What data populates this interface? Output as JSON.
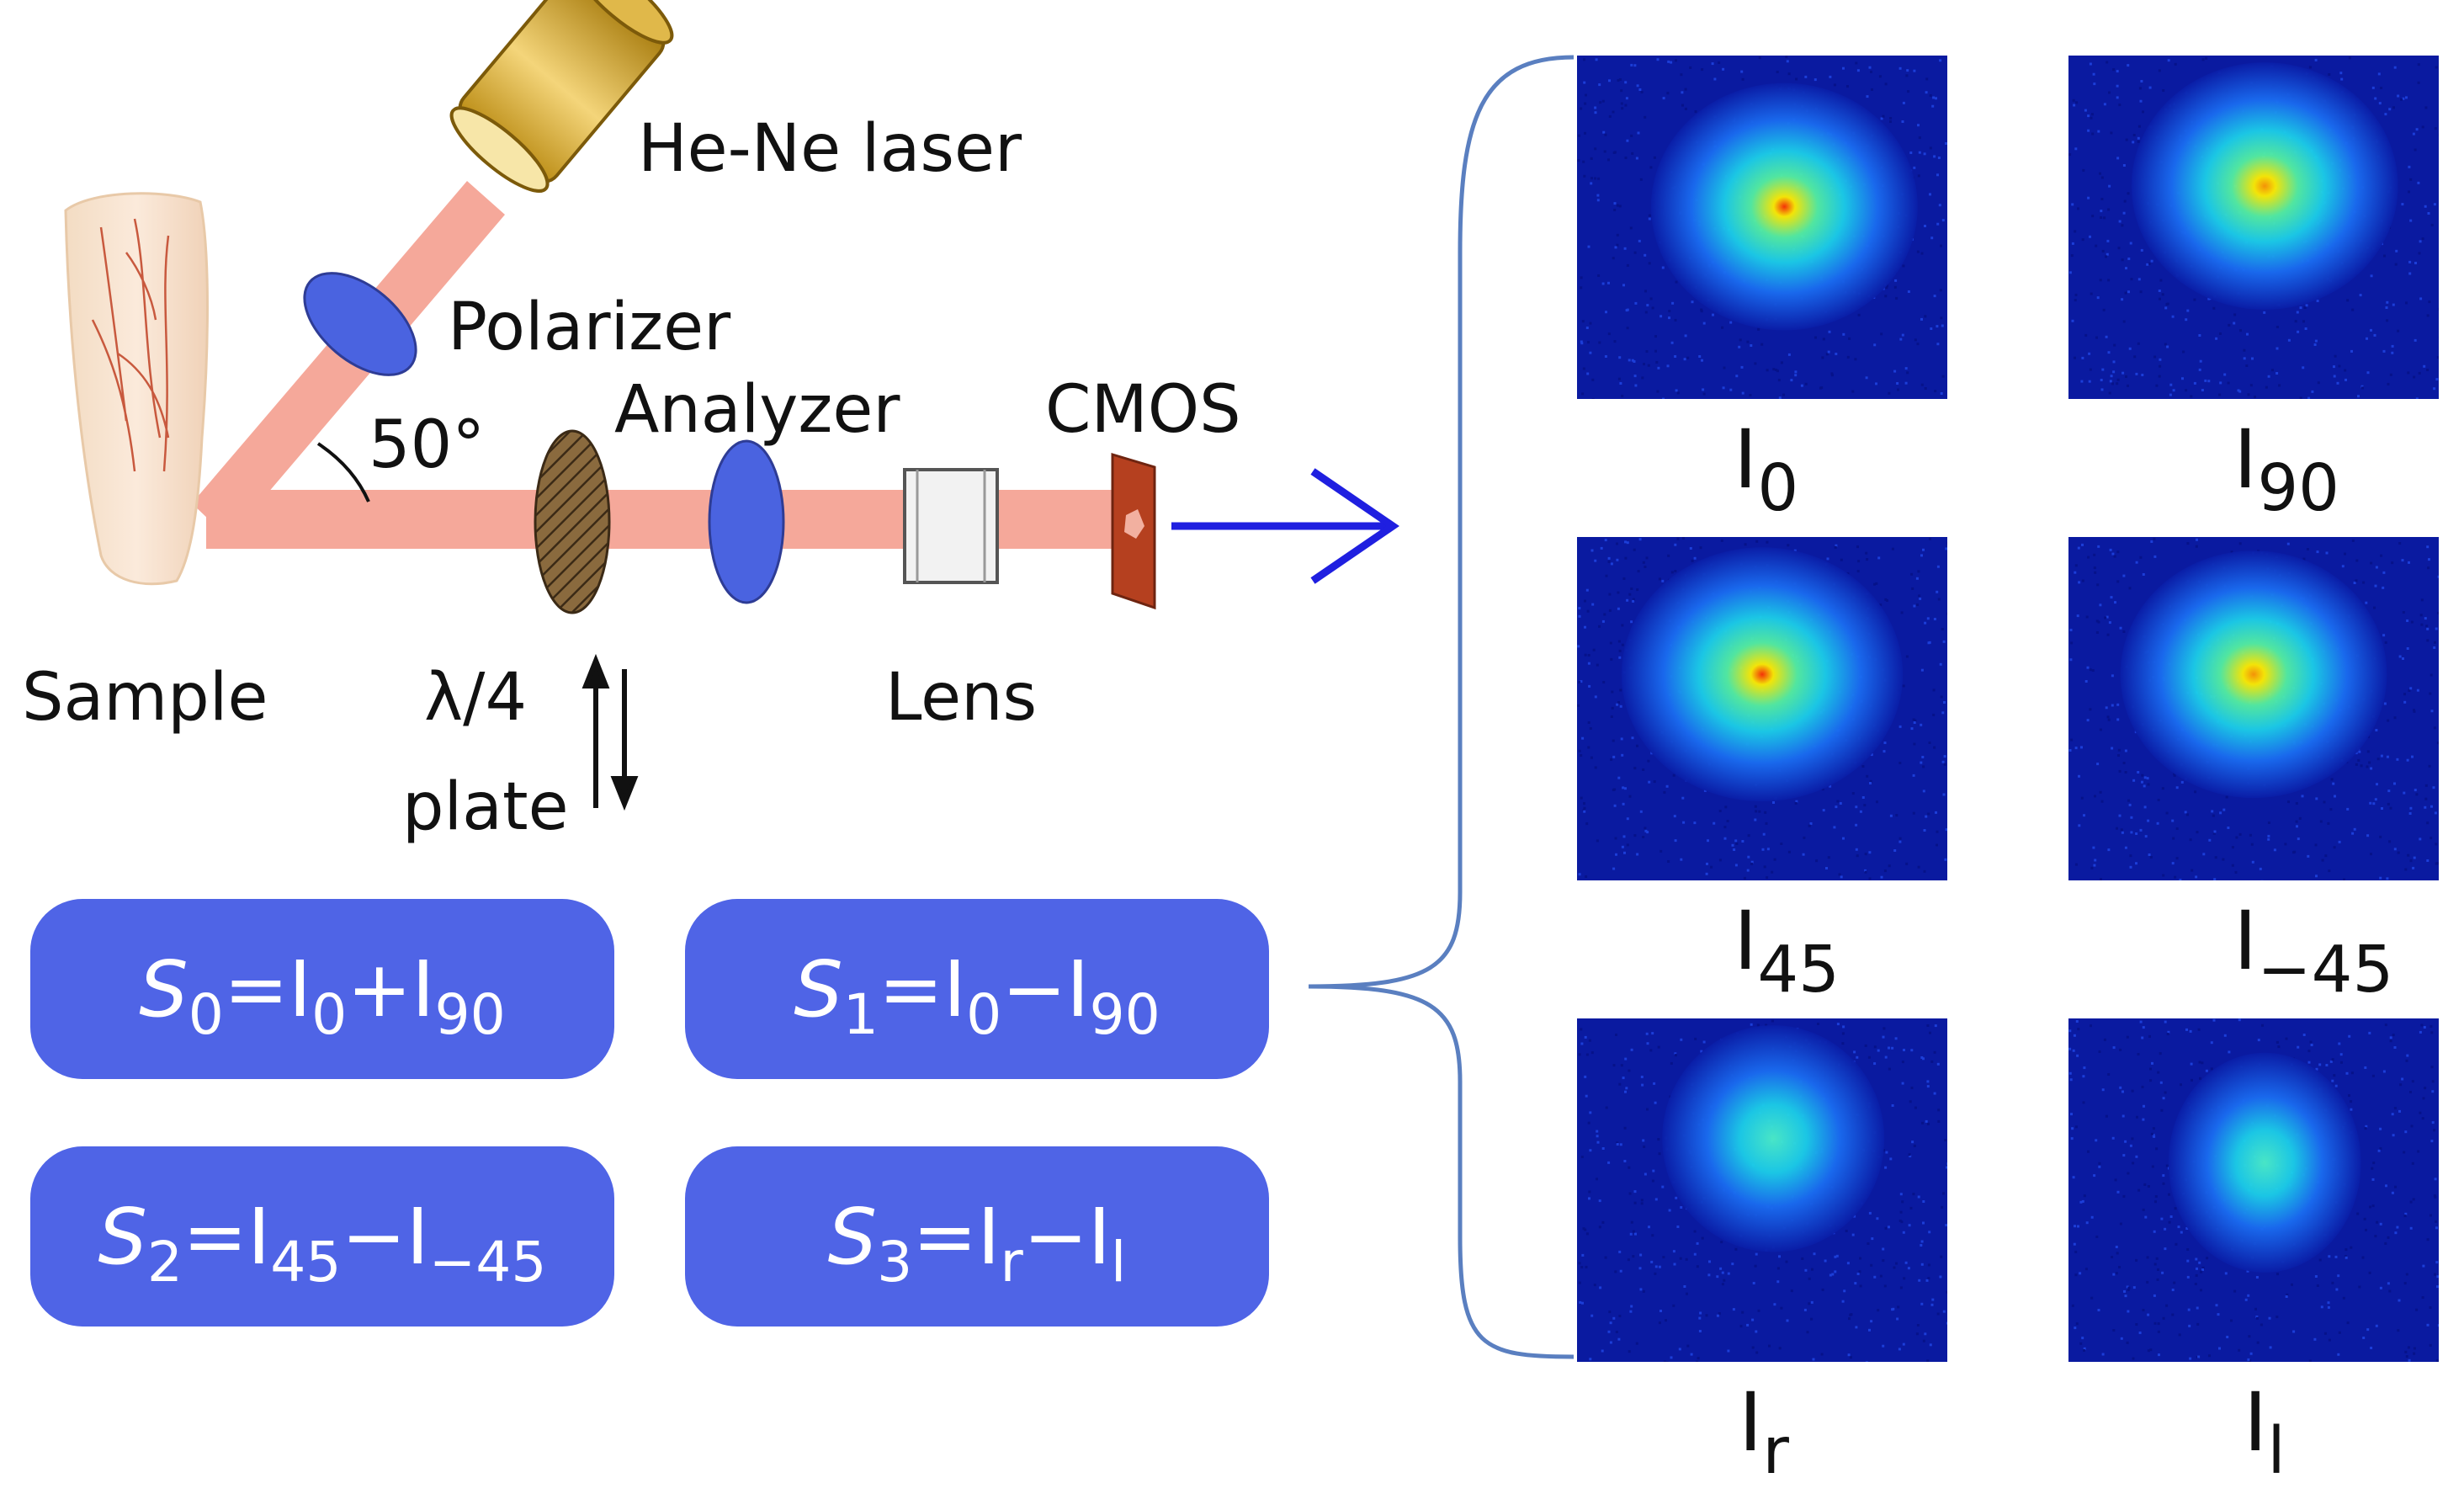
{
  "setup": {
    "laser_label": "He-Ne laser",
    "polarizer_label": "Polarizer",
    "angle_label": "50°",
    "analyzer_label": "Analyzer",
    "cmos_label": "CMOS",
    "sample_label": "Sample",
    "waveplate_label_1": "λ/4",
    "waveplate_label_2": "plate",
    "lens_label": "Lens"
  },
  "formulas": [
    {
      "s": "S",
      "sub": "0",
      "rest": [
        [
          "I",
          "0"
        ],
        [
          "+",
          ""
        ],
        [
          "I",
          "90"
        ]
      ],
      "text": "S0=I0+I90"
    },
    {
      "s": "S",
      "sub": "1",
      "rest": [
        [
          "I",
          "0"
        ],
        [
          "−",
          ""
        ],
        [
          "I",
          "90"
        ]
      ],
      "text": "S1=I0−I90"
    },
    {
      "s": "S",
      "sub": "2",
      "rest": [
        [
          "I",
          "45"
        ],
        [
          "−",
          ""
        ],
        [
          "I",
          "−45"
        ]
      ],
      "text": "S2=I45−I−45"
    },
    {
      "s": "S",
      "sub": "3",
      "rest": [
        [
          "I",
          "r"
        ],
        [
          "−",
          ""
        ],
        [
          "I",
          "l"
        ]
      ],
      "text": "S3=Ir−Il"
    }
  ],
  "images": [
    {
      "main": "I",
      "sub": "0"
    },
    {
      "main": "I",
      "sub": "90"
    },
    {
      "main": "I",
      "sub": "45"
    },
    {
      "main": "I",
      "sub": "−45"
    },
    {
      "main": "I",
      "sub": "r"
    },
    {
      "main": "I",
      "sub": "l"
    }
  ],
  "colors": {
    "beam": "#f5a89a",
    "formula_box": "#4f64e6",
    "optic_blue": "#4a63e0",
    "arrow_blue": "#1f1fe0",
    "brace": "#5a7fc0"
  }
}
